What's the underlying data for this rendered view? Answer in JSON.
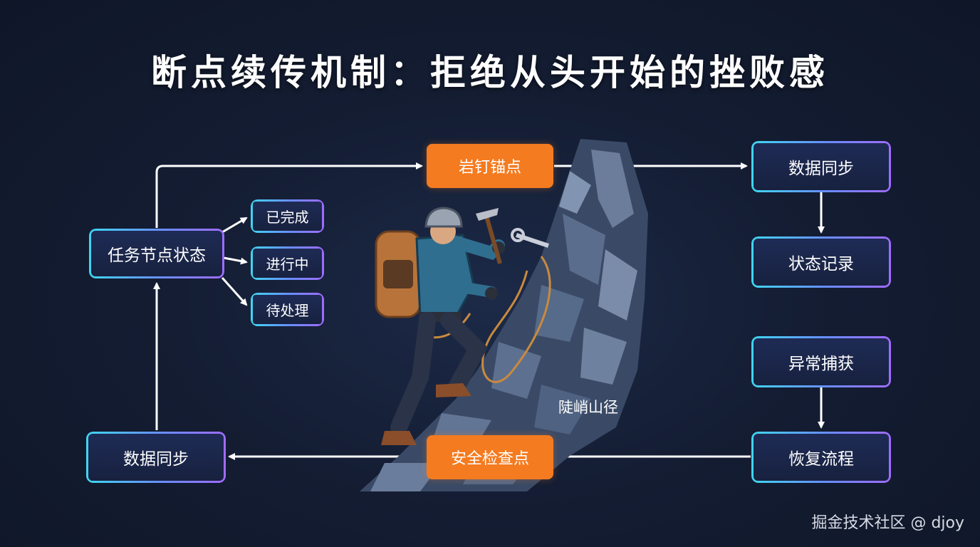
{
  "title": "断点续传机制：拒绝从头开始的挫败感",
  "nodes": {
    "task_state": "任务节点状态",
    "completed": "已完成",
    "in_progress": "进行中",
    "pending": "待处理",
    "sync_left": "数据同步",
    "anchor": "岩钉锚点",
    "checkpoint": "安全检查点",
    "sync_right": "数据同步",
    "state_record": "状态记录",
    "exception": "异常捕获",
    "recovery": "恢复流程"
  },
  "mountain_label": "陡峭山径",
  "watermark": "掘金技术社区 @ djoy",
  "colors": {
    "background": "#141d33",
    "orange": "#f47b20",
    "border_start": "#3fd6f0",
    "border_end": "#a06bff",
    "arrow": "#ffffff"
  },
  "icons": [
    "climber-illustration",
    "rock-face"
  ]
}
